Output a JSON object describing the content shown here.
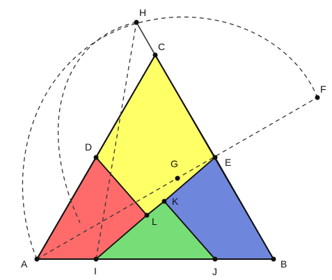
{
  "colors": {
    "yellow": "#ffff66",
    "red": "#ff6b6b",
    "green": "#77dd77",
    "blue": "#6f86dd",
    "line": "#111111",
    "dash": "#333333"
  },
  "points": {
    "A": "A",
    "B": "B",
    "C": "C",
    "D": "D",
    "E": "E",
    "F": "F",
    "G": "G",
    "H": "H",
    "I": "I",
    "J": "J",
    "K": "K",
    "L": "L"
  }
}
